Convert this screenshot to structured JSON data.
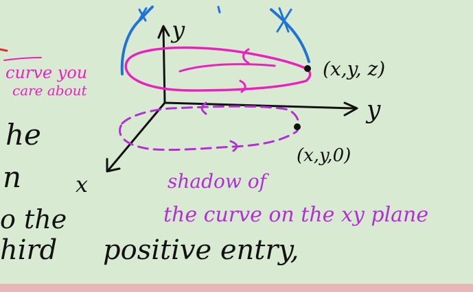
{
  "colors": {
    "background": "#d9ead3",
    "strip": "#e8b6b6",
    "axes": "#111111",
    "curve": "#ec1fbf",
    "shadow": "#b22fd6",
    "surface": "#1e73d8"
  },
  "labels": {
    "axis_y_left": "y",
    "axis_y_right": "y",
    "axis_x": "x",
    "point_3d": "(x,y, z)",
    "point_shadow": "(x,y,0)",
    "curve_note_line1": "curve you",
    "curve_note_line2": "care about",
    "shadow_note_line1": "shadow of",
    "shadow_note_line2": "the curve on the xy plane"
  },
  "text_fragments": {
    "line1": "he",
    "line2": "n",
    "line3": "o the",
    "line4": "hird",
    "line4_rest": "positive entry,"
  }
}
